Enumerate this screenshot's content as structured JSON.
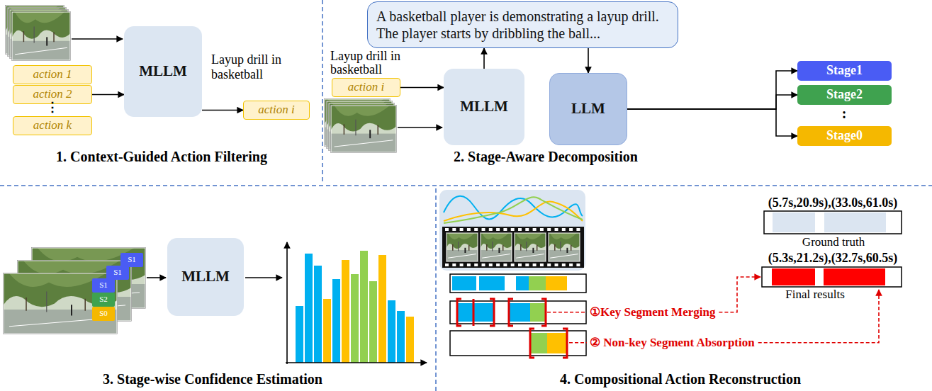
{
  "diagram": {
    "nodes": [
      {
        "text": [
          "action 1"
        ]
      },
      {
        "text": [
          "action 2"
        ]
      },
      {
        "text": [
          "action k"
        ]
      },
      {
        "text": [
          "MLLM"
        ]
      },
      {
        "text": [
          "action i"
        ]
      },
      {
        "text": [
          "A basketball player is demonstrating a layup drill. The player starts by dribbling the ball..."
        ]
      },
      {
        "text": [
          "action i"
        ]
      },
      {
        "text": [
          "MLLM"
        ]
      },
      {
        "text": [
          "LLM"
        ]
      },
      {
        "text": [
          "Stage1"
        ]
      },
      {
        "text": [
          "Stage2"
        ]
      },
      {
        "text": [
          "Stage0"
        ]
      },
      {
        "text": [
          "S1"
        ]
      },
      {
        "text": [
          "S1"
        ]
      },
      {
        "text": [
          "S1"
        ]
      },
      {
        "text": [
          "S2"
        ]
      },
      {
        "text": [
          "S0"
        ]
      },
      {
        "text": [
          "MLLM"
        ]
      }
    ],
    "edges": [
      {
        "from": 1,
        "to": 3,
        "arrow": "to"
      },
      {
        "from": 3,
        "to": 4,
        "arrow": "to"
      },
      {
        "from": 6,
        "to": 7,
        "arrow": "to"
      },
      {
        "from": 7,
        "to": 5,
        "arrow": "to"
      },
      {
        "from": 5,
        "to": 8,
        "arrow": "to"
      },
      {
        "from": 8,
        "to": 9,
        "arrow": "to"
      },
      {
        "from": 8,
        "to": 10,
        "arrow": "to"
      },
      {
        "from": 8,
        "to": 11,
        "arrow": "to"
      }
    ],
    "labels": [
      "Layup drill in basketball",
      "⋮",
      "1. Context-Guided Action Filtering",
      "Layup drill in basketball",
      ":",
      "2. Stage-Aware Decomposition",
      "3. Stage-wise Confidence Estimation",
      "①Key Segment Merging",
      "② Non-key Segment Absorption",
      "(5.7s,20.9s),(33.0s,61.0s)",
      "Ground truth",
      "(5.3s,21.2s),(32.7s,60.5s)",
      "Final results",
      "4. Compositional Action Reconstruction"
    ]
  }
}
